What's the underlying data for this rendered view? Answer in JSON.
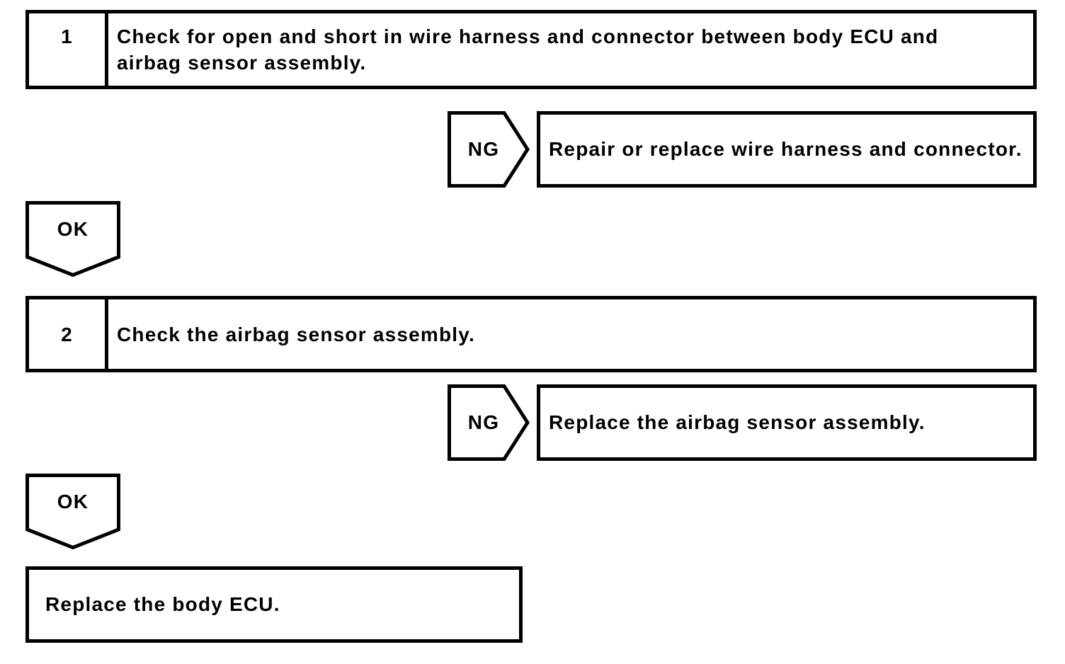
{
  "steps": [
    {
      "number": "1",
      "instruction_lines": [
        "Check for open and short in wire harness and connector between body ECU and",
        "airbag sensor assembly."
      ],
      "ng": {
        "label": "NG",
        "action": "Repair or replace wire harness and connector."
      },
      "ok": {
        "label": "OK"
      }
    },
    {
      "number": "2",
      "instruction_lines": [
        "Check the airbag sensor assembly."
      ],
      "ng": {
        "label": "NG",
        "action": "Replace the airbag sensor assembly."
      },
      "ok": {
        "label": "OK"
      }
    }
  ],
  "final": {
    "action": "Replace the body ECU."
  },
  "colors": {
    "line": "#000000",
    "background": "#ffffff",
    "text": "#000000"
  }
}
